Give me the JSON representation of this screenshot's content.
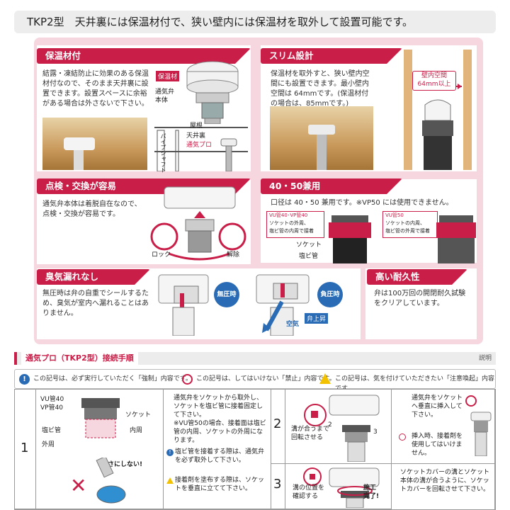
{
  "title": "TKP2型　天井裏には保温材付で、狭い壁内には保温材を取外して設置可能です。",
  "sections": {
    "insulation": {
      "heading": "保温材付",
      "body": "結露・凍結防止に効果のある保温材付なので、そのまま天井裏に設置できます。設置スペースに余裕がある場合は外さないで下さい。",
      "label_insulation": "保温材",
      "label_valve": "通気弁本体",
      "label_attic_title": "屋根",
      "label_attic": "天井裏",
      "label_product": "通気プロ",
      "label_pipeshaft": "パイプシャフト"
    },
    "slim": {
      "heading": "スリム設計",
      "body": "保温材を取外すと、狭い壁内空間にも設置できます。最小壁内空間は 64mmです。(保温材付の場合は、85mmです。)",
      "callout_line1": "壁内空間",
      "callout_line2": "64mm以上"
    },
    "inspect": {
      "heading": "点検・交換が容易",
      "body": "通気弁本体は着脱自在なので、点検・交換が容易です。",
      "lock": "ロック",
      "unlock": "解除"
    },
    "size": {
      "heading": "40・50兼用",
      "body": "口径は 40・50 兼用です。※VP50 には使用できません。",
      "tag1_title": "VU管40･VP管40",
      "tag1_line1": "ソケットの外周、",
      "tag1_line2": "塩ビ管の内周で接着",
      "tag2_title": "VU管50",
      "tag2_line1": "ソケットの内周、",
      "tag2_line2": "塩ビ管の外周で接着",
      "socket": "ソケット",
      "pipe": "塩ビ管"
    },
    "odor": {
      "heading": "臭気漏れなし",
      "body": "無圧時は弁の自重でシールするため、臭気が室内へ漏れることはありません。",
      "no_pressure": "無圧時",
      "neg_pressure": "負圧時",
      "valve_up": "弁上昇",
      "air": "空気"
    },
    "durable": {
      "heading": "高い耐久性",
      "body": "弁は100万回の開閉耐久試験をクリアしています。"
    }
  },
  "steps_header": {
    "title": "通気プロ（TKP2型）接続手順",
    "right": "説明"
  },
  "legend": {
    "mandatory": "この記号は、必ず実行していただく「強制」内容です。",
    "prohibited": "この記号は、してはいけない「禁止」内容です。",
    "caution": "この記号は、気を付けていただきたい「注意喚起」内容です。"
  },
  "steps": [
    {
      "number": "1",
      "labels": {
        "pipe_size": "VU管40\nVP管40",
        "socket": "ソケット",
        "inner": "内周",
        "pipe": "塩ビ管",
        "outer": "外周",
        "no_invert": "逆さにしない!"
      },
      "text_main": "通気弁をソケットから取外し、ソケットを塩ビ管に接着固定して下さい。\n※VU管50の場合、接着面は塩ビ管の内周、ソケットの外周になります。",
      "text_mandatory": "塩ビ管を接着する際は、通気弁を必ず取外して下さい。",
      "text_caution": "接着剤を塗布する際は、ソケットを垂直に立てて下さい。"
    },
    {
      "number": "2",
      "align_label": "溝が合うまで\n回転させる",
      "n2": "2",
      "n3": "3",
      "text_main": "通気弁をソケットへ垂直に挿入して下さい。",
      "text_prohibited": "挿入時、接着剤を使用してはいけません。"
    },
    {
      "number": "3",
      "confirm_label": "溝の位置を\n確認する",
      "done_label": "施工\n完了!",
      "text_main": "ソケットカバーの溝とソケット本体の溝が合うように、ソケットカバーを回転させて下さい。"
    }
  ],
  "colors": {
    "accent": "#c81e48",
    "panel_bg": "#f7d7df",
    "blue_badge": "#2a6bb5",
    "caution_yellow": "#f2c200"
  }
}
